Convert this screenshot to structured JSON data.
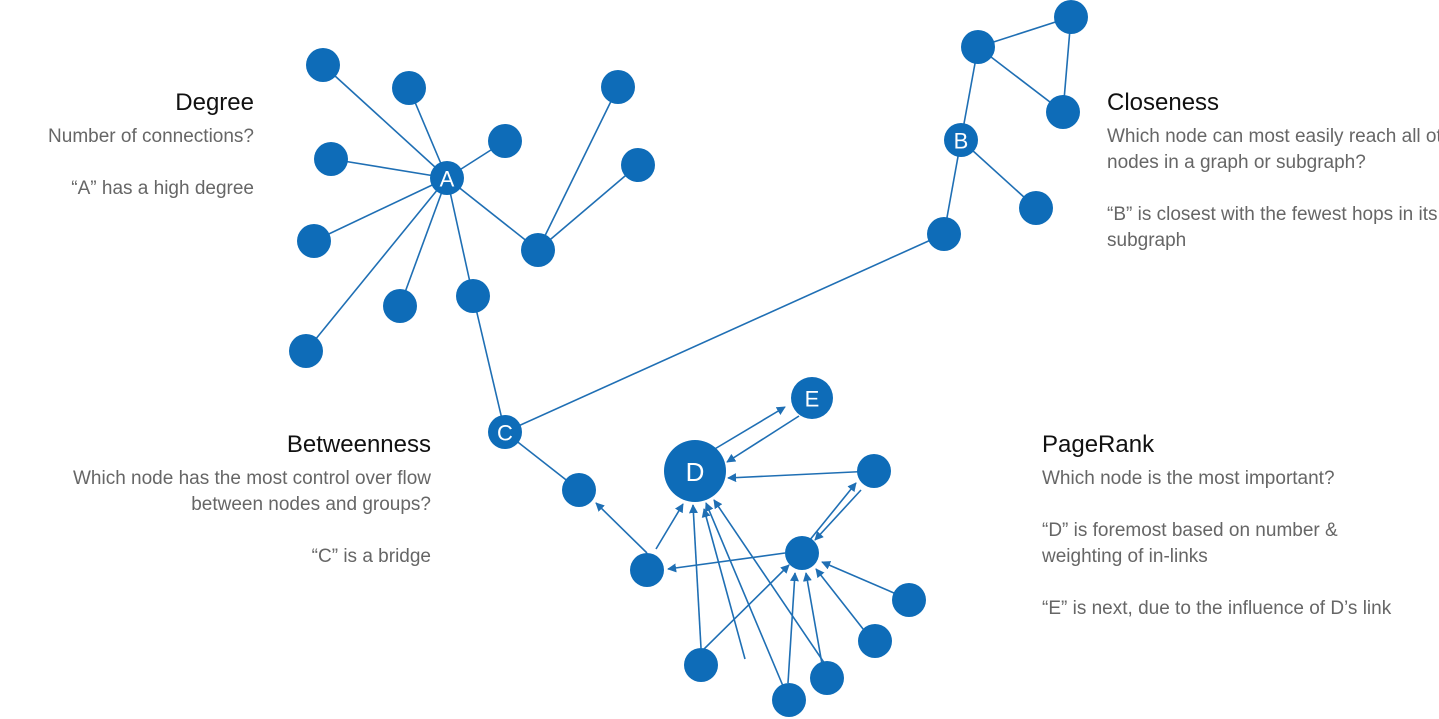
{
  "nodes": {
    "a": "A",
    "b": "B",
    "c": "C",
    "d": "D",
    "e": "E"
  },
  "degree": {
    "title": "Degree",
    "question": "Number of connections?",
    "note": "“A” has a high degree"
  },
  "closeness": {
    "title": "Closeness",
    "question_line1": "Which node can most easily reach all other",
    "question_line2": "nodes in a graph or subgraph?",
    "note_line1": "“B” is closest with the fewest hops in its",
    "note_line2": "subgraph"
  },
  "betweenness": {
    "title": "Betweenness",
    "question_line1": "Which node has the most control over flow",
    "question_line2": "between nodes and groups?",
    "note": "“C”  is  a bridge"
  },
  "pagerank": {
    "title": "PageRank",
    "question": "Which node is the most important?",
    "note_line1": "“D” is foremost based on number &",
    "note_line2": "weighting of in-links",
    "note2": "“E” is next, due to the influence of D’s link"
  },
  "colors": {
    "node": "#0e6cb8",
    "edge": "#1f6fb4"
  }
}
